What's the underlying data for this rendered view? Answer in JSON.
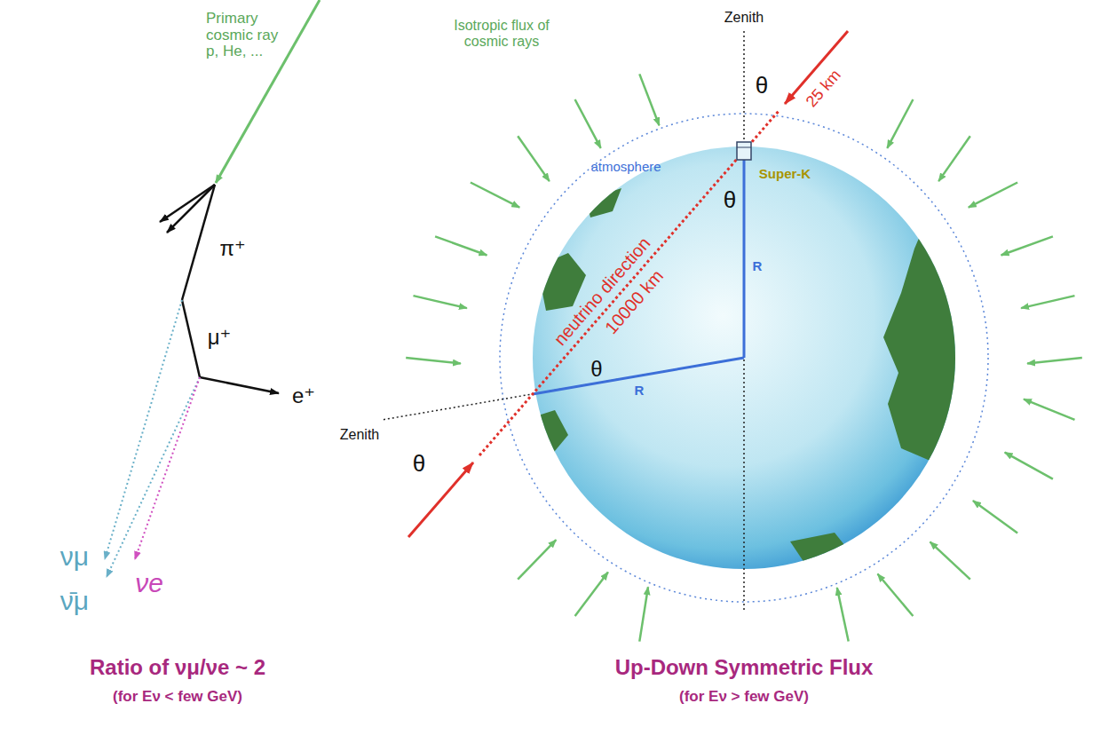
{
  "diagram": {
    "labels": [
      "Primary cosmic ray p, He, ...",
      "π⁺",
      "μ⁺",
      "e⁺",
      "νμ",
      "ν̄μ",
      "νe",
      "Ratio of νμ/νe ~ 2",
      "(for Eν < few GeV)",
      "Isotropic flux of cosmic rays",
      "Zenith",
      "θ",
      "25 km",
      "atmosphere",
      "Super-K",
      "θ",
      "R",
      "neutrino direction",
      "10000 km",
      "θ",
      "R",
      "Zenith",
      "θ",
      "Up-Down Symmetric Flux",
      "(for Eν > few GeV)"
    ]
  }
}
